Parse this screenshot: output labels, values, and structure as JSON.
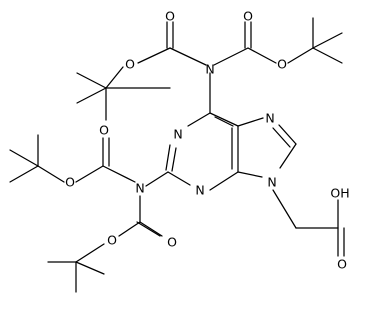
{
  "figure": {
    "background": "#ffffff",
    "ink_color": "#000000"
  },
  "atoms": {
    "o_top_left_carbonyl": "O",
    "o_top_right_carbonyl": "O",
    "o_top_left_ester": "O",
    "n_top_imide": "N",
    "o_top_right_ester": "O",
    "n_purine_1": "N",
    "n_purine_7": "N",
    "o_mid_left_carbonyl": "O",
    "o_mid_left_ester": "O",
    "n_left_imide": "N",
    "n_purine_3": "N",
    "n_purine_9": "N",
    "o_acid_hydroxyl": "OH",
    "o_low_left_carbonyl": "O",
    "o_low_left_ester": "O",
    "o_acid_carbonyl": "O"
  }
}
